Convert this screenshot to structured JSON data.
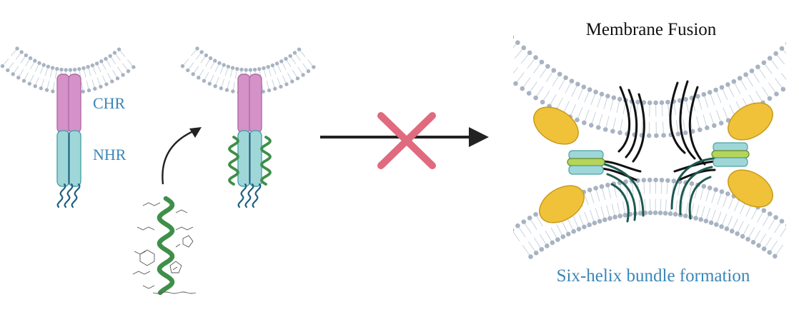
{
  "labels": {
    "chr": "CHR",
    "nhr": "NHR",
    "membrane_fusion": "Membrane Fusion",
    "six_helix": "Six-helix bundle formation"
  },
  "colors": {
    "lipid_head": "#a8b3c2",
    "lipid_tail": "#c2cfdc",
    "chr_fill": "#d592c8",
    "chr_stroke": "#b06aa4",
    "nhr_fill": "#9fd6d8",
    "nhr_stroke": "#4aa3a7",
    "core_line": "#1f5f80",
    "helix_green": "#3f8f4a",
    "blocked_x": "#e06a7e",
    "arrow": "#222222",
    "gp41_yellow": "#f0c23a",
    "fusion_dark": "#1d5a4f",
    "label_blue": "#3a86b8"
  },
  "icons": {
    "peptide": "helical-peptide-inhibitor-icon",
    "block": "blocked-x-icon",
    "arrow": "arrow-right-icon"
  }
}
